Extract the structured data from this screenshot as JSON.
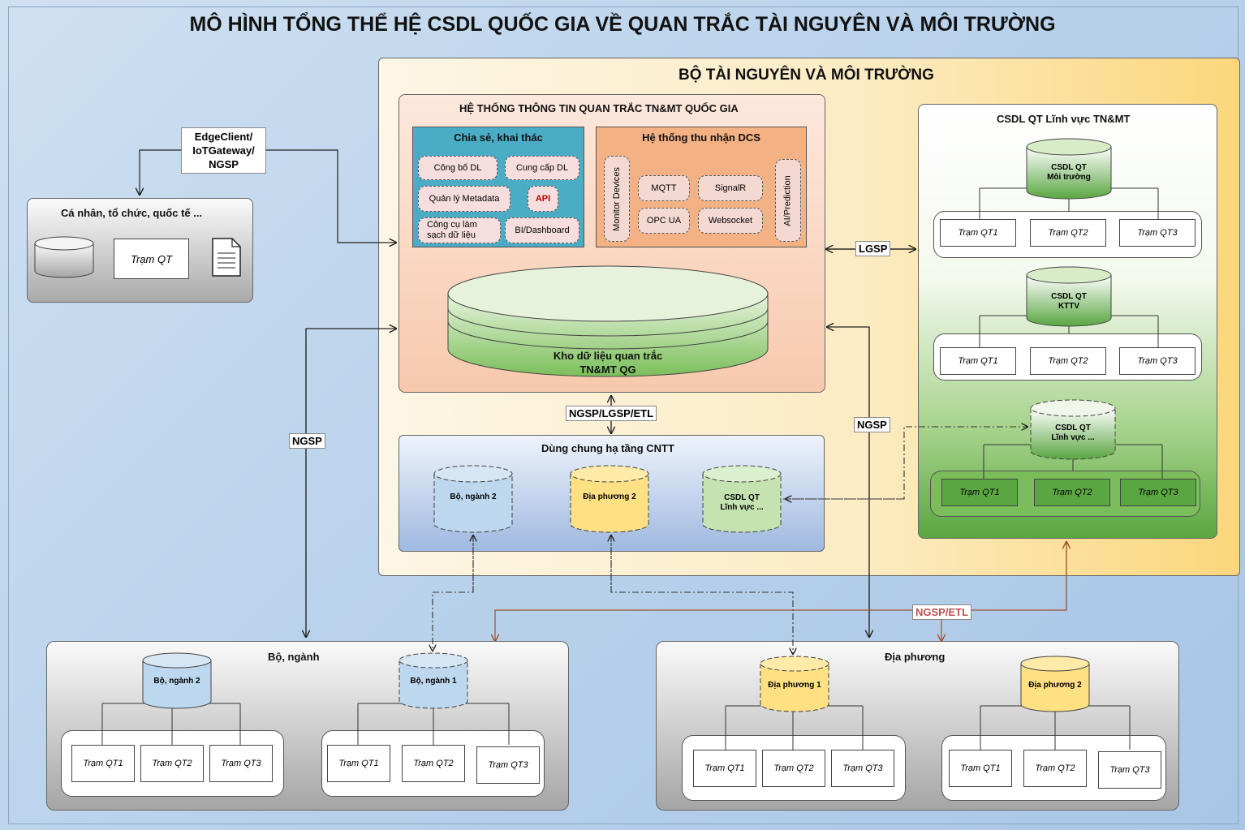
{
  "title": "MÔ HÌNH TỔNG THỂ HỆ CSDL QUỐC GIA VỀ QUAN TRẮC TÀI NGUYÊN VÀ MÔI TRƯỜNG",
  "ministry": {
    "title": "BỘ TÀI NGUYÊN VÀ MÔI TRƯỜNG"
  },
  "national_system": {
    "title": "HỆ THỐNG THÔNG TIN  QUAN TRẮC TN&MT QUỐC GIA",
    "sharing": {
      "title": "Chia sẻ, khai thác",
      "items": [
        "Công bố DL",
        "Cung cấp DL",
        "Quản lý Metadata",
        "API",
        "Công cụ làm sạch dữ liệu",
        "BI/Dashboard"
      ]
    },
    "dcs": {
      "title": "Hệ thống thu nhận DCS",
      "monitor": "Monitor Devices",
      "ai": "AI/Prediction",
      "items": [
        "MQTT",
        "SignalR",
        "OPC UA",
        "Websocket"
      ]
    },
    "warehouse": [
      "Kho dữ liệu quan trắc",
      "TN&MT QG"
    ]
  },
  "individuals": {
    "title": "Cá  nhân, tổ chức, quốc tế ...",
    "station": "Trạm QT"
  },
  "shared_infra": {
    "title": "Dùng chung hạ tầng CNTT",
    "dbs": [
      "Bộ, ngành 2",
      "Địa phương 2",
      "CSDL QT\nLĩnh vực ..."
    ]
  },
  "sector_db": {
    "title": "CSDL QT Lĩnh vực TN&MT",
    "groups": [
      {
        "db": "CSDL QT\nMôi trường",
        "stations": [
          "Trạm QT1",
          "Trạm QT2",
          "Trạm QT3"
        ]
      },
      {
        "db": "CSDL QT\nKTTV",
        "stations": [
          "Trạm QT1",
          "Trạm QT2",
          "Trạm QT3"
        ]
      },
      {
        "db": "CSDL QT\nLĩnh vực ...",
        "stations": [
          "Trạm QT1",
          "Trạm QT2",
          "Trạm QT3"
        ]
      }
    ]
  },
  "ministries": {
    "title": "Bộ, ngành",
    "groups": [
      {
        "db": "Bộ, ngành 2",
        "stations": [
          "Trạm QT1",
          "Trạm QT2",
          "Trạm QT3"
        ]
      },
      {
        "db": "Bộ, ngành 1",
        "stations": [
          "Trạm QT1",
          "Trạm QT2",
          "Trạm QT3"
        ]
      }
    ]
  },
  "localities": {
    "title": "Địa phương",
    "groups": [
      {
        "db": "Địa phương 1",
        "stations": [
          "Trạm QT1",
          "Trạm QT2",
          "Trạm QT3"
        ]
      },
      {
        "db": "Địa phương 2",
        "stations": [
          "Trạm QT1",
          "Trạm QT2",
          "Trạm QT3"
        ]
      }
    ]
  },
  "connectors": {
    "edge": [
      "EdgeClient/",
      "IoTGateway/",
      "NGSP"
    ],
    "lgsp": "LGSP",
    "ngsp_left": "NGSP",
    "ngsp_right": "NGSP",
    "ngsp_lgsp_etl": "NGSP/LGSP/ETL",
    "ngsp_etl": "NGSP/ETL"
  },
  "colors": {
    "ministry_bg_left": "#fdf5e2",
    "ministry_bg_right": "#fbd77c",
    "national_bg": "#f8cfb6",
    "sharing_bg": "#4bacc6",
    "dcs_bg": "#f4b183",
    "warehouse_green": "#7bbf5a",
    "sector_green": "#6bb445",
    "blue_db": "#bdd7ee",
    "yellow_db": "#ffe083",
    "ngsp_etl_red": "#c0504d"
  }
}
